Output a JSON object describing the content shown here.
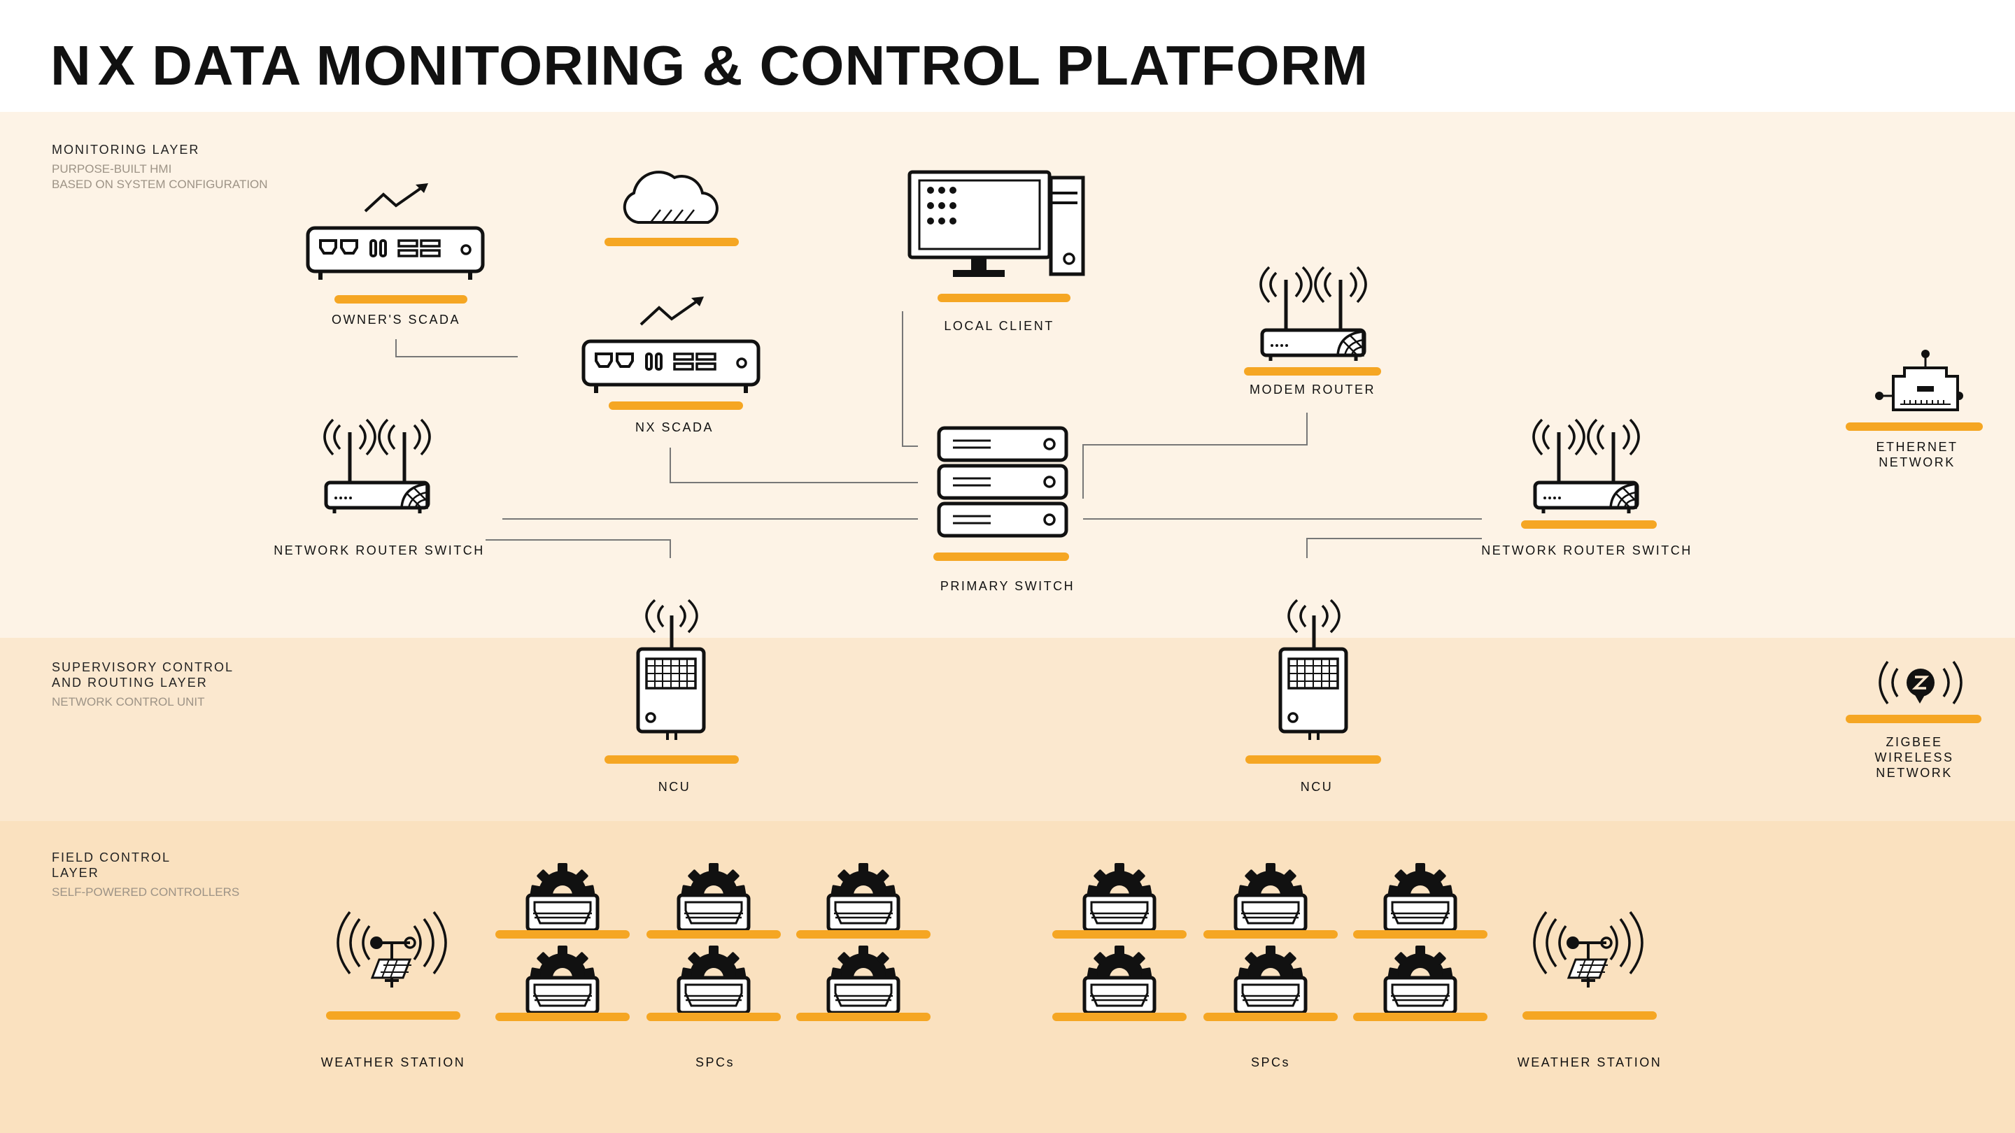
{
  "title": {
    "prefix": "NX",
    "rest": "DATA MONITORING & CONTROL PLATFORM"
  },
  "layers": [
    {
      "title": "MONITORING LAYER",
      "subtitle": "PURPOSE-BUILT HMI\nBASED ON SYSTEM CONFIGURATION"
    },
    {
      "title": "SUPERVISORY CONTROL\nAND ROUTING LAYER",
      "subtitle": "NETWORK CONTROL UNIT"
    },
    {
      "title": "FIELD CONTROL\nLAYER",
      "subtitle": "SELF-POWERED CONTROLLERS"
    }
  ],
  "nodes": {
    "owners_scada": "OWNER'S SCADA",
    "nx_scada": "NX SCADA",
    "local_client": "LOCAL CLIENT",
    "modem_router": "MODEM ROUTER",
    "router_left": "NETWORK ROUTER SWITCH",
    "router_right": "NETWORK ROUTER SWITCH",
    "primary_switch": "PRIMARY SWITCH",
    "ncu_left": "NCU",
    "ncu_right": "NCU",
    "weather_left": "WEATHER STATION",
    "weather_right": "WEATHER STATION",
    "spcs_left": "SPCs",
    "spcs_right": "SPCs"
  },
  "legend": {
    "ethernet": "ETHERNET\nNETWORK",
    "zigbee": "ZIGBEE WIRELESS\nNETWORK"
  },
  "icons": [
    "trend-arrow-icon",
    "scada-unit-icon",
    "cloud-icon",
    "desktop-computer-icon",
    "wifi-router-icon",
    "server-stack-icon",
    "ethernet-port-icon",
    "ncu-antenna-icon",
    "zigbee-icon",
    "weather-station-icon",
    "gear-controller-icon"
  ],
  "colors": {
    "accent": "#f5a623",
    "band_top": "#fdf3e6",
    "band_mid": "#fbe8cf",
    "band_bot": "#fae1bf",
    "stroke": "#111111"
  }
}
